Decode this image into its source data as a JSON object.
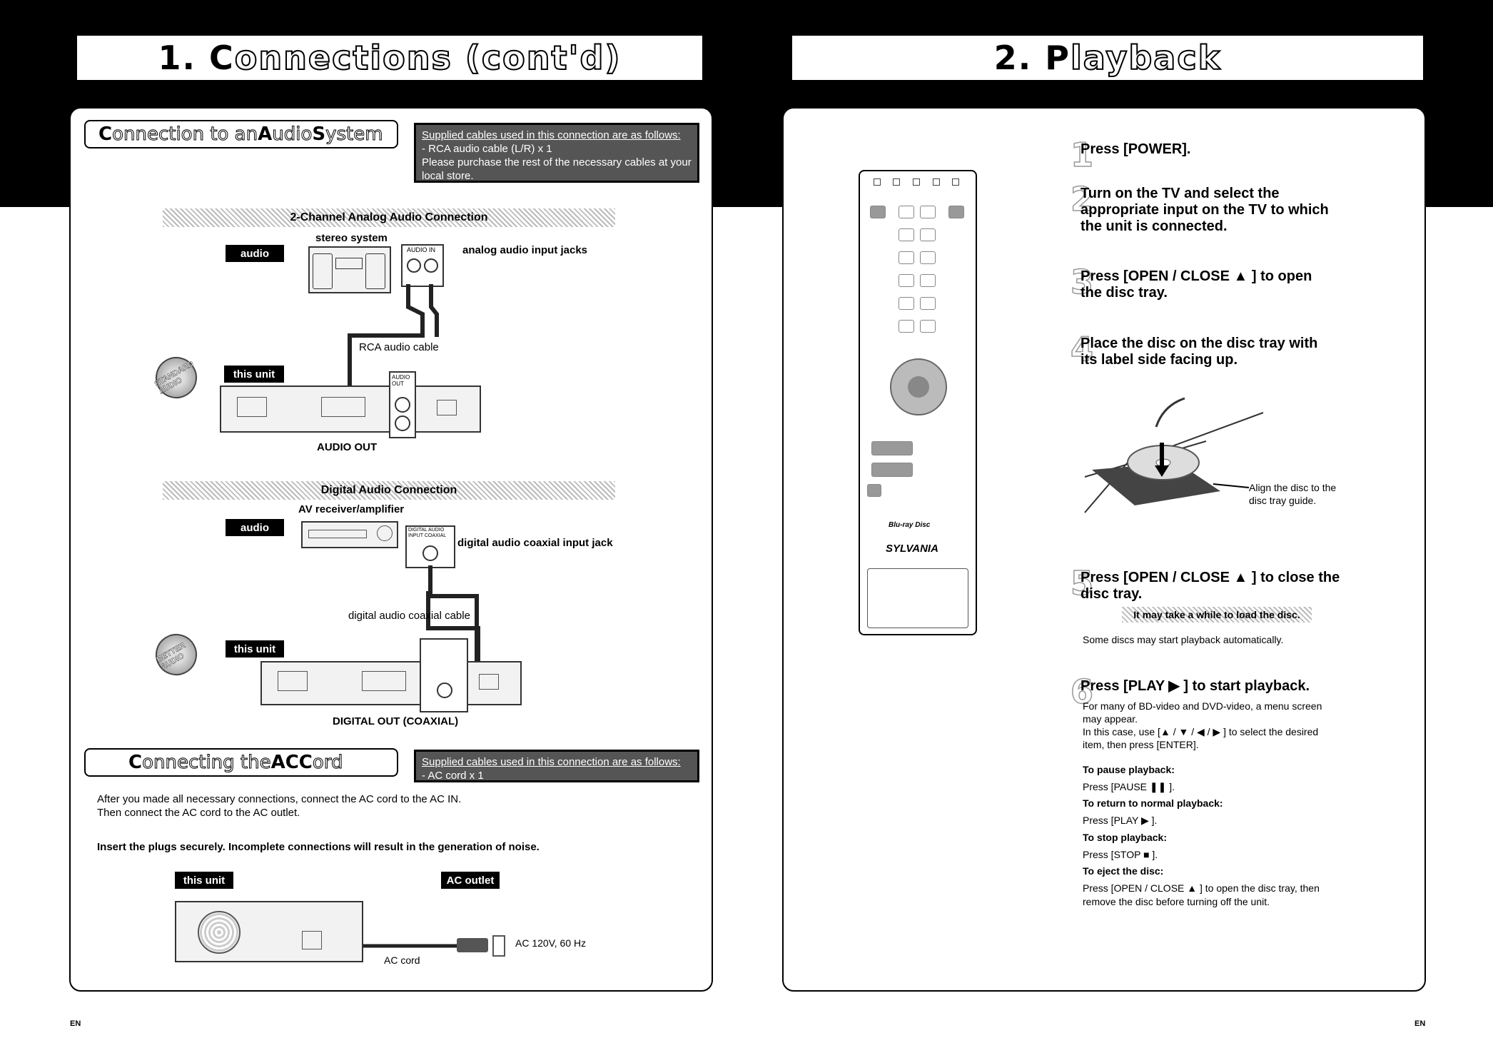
{
  "left": {
    "page_title_main": "1. C",
    "page_title_rest": "onnections (cont'd)",
    "audio_section": {
      "heading_pre": "C",
      "heading_text": "onnection to an ",
      "heading_a": "A",
      "heading_mid": "udio ",
      "heading_s": "S",
      "heading_end": "ystem",
      "note_lines": [
        "Supplied cables used in this connection are as follows:",
        "- RCA audio cable (L/R) x 1",
        "Please purchase the rest of the necessary cables at your",
        "local store."
      ],
      "analog": {
        "bar": "2-Channel Analog Audio Connection",
        "tag_audio": "audio",
        "stereo_label": "stereo system",
        "input_jacks": "analog audio input jacks",
        "audio_in": "AUDIO IN",
        "cable": "RCA audio cable",
        "tag_unit": "this unit",
        "audio_out_small": "AUDIO OUT",
        "audio_out": "AUDIO OUT",
        "badge": "STANDARD AUDIO"
      },
      "digital": {
        "bar": "Digital Audio Connection",
        "tag_audio": "audio",
        "receiver_label": "AV receiver/amplifier",
        "input_jack": "digital audio coaxial input jack",
        "coax_in": "DIGITAL AUDIO INPUT COAXIAL",
        "cable": "digital audio coaxial cable",
        "tag_unit": "this unit",
        "digital_out": "DIGITAL OUT (COAXIAL)",
        "badge": "BETTER AUDIO"
      }
    },
    "ac_section": {
      "heading_pre": "C",
      "heading_text": "onnecting the ",
      "heading_bold": "AC",
      "heading_c": " C",
      "heading_end": "ord",
      "note_lines": [
        "Supplied cables used in this connection are as follows:",
        "- AC cord x 1"
      ],
      "para1": "After you made all necessary connections, connect the AC cord to the AC IN.",
      "para2": "Then connect the AC cord to the AC outlet.",
      "warning": "Insert the plugs securely. Incomplete connections will result in the generation of noise.",
      "tag_unit": "this unit",
      "tag_outlet": "AC outlet",
      "voltage": "AC 120V, 60 Hz",
      "cord": "AC cord"
    },
    "footer": "EN"
  },
  "right": {
    "page_title_main": "2. P",
    "page_title_rest": "layback",
    "remote_brand": "SYLVANIA",
    "remote_logo": "Blu-ray Disc",
    "steps": [
      {
        "num": "1",
        "lines": [
          "Press [POWER]."
        ]
      },
      {
        "num": "2",
        "lines": [
          "Turn on the TV and select the",
          "appropriate input on the TV to which",
          "the unit is connected."
        ]
      },
      {
        "num": "3",
        "lines": [
          "Press [OPEN / CLOSE ▲ ] to open",
          "the disc tray."
        ]
      },
      {
        "num": "4",
        "lines": [
          "Place the disc on the disc tray with",
          "its label side facing up."
        ]
      },
      {
        "num": "5",
        "lines": [
          "Press [OPEN / CLOSE ▲ ] to close the",
          "disc tray."
        ]
      },
      {
        "num": "6",
        "lines": [
          "Press [PLAY ▶ ] to start playback."
        ]
      }
    ],
    "align_note": [
      "Align the disc to the",
      "disc tray guide."
    ],
    "load_note": "It may take a while to load the disc.",
    "auto_note": "Some discs may start playback automatically.",
    "menu_note": [
      "For many of BD-video and DVD-video, a menu screen",
      "may appear.",
      "In this case, use [▲ / ▼ / ◀ / ▶ ] to select the desired",
      "item, then press [ENTER]."
    ],
    "tips": [
      {
        "title": "To pause playback:",
        "text": "Press [PAUSE ❚❚ ]."
      },
      {
        "title": "To return to normal playback:",
        "text": "Press [PLAY ▶ ]."
      },
      {
        "title": "To stop playback:",
        "text": "Press [STOP ■ ]."
      },
      {
        "title": "To eject the disc:",
        "text": "Press [OPEN / CLOSE ▲ ] to open the disc tray, then",
        "text2": "remove the disc before turning off the unit."
      }
    ],
    "footer": "EN"
  }
}
